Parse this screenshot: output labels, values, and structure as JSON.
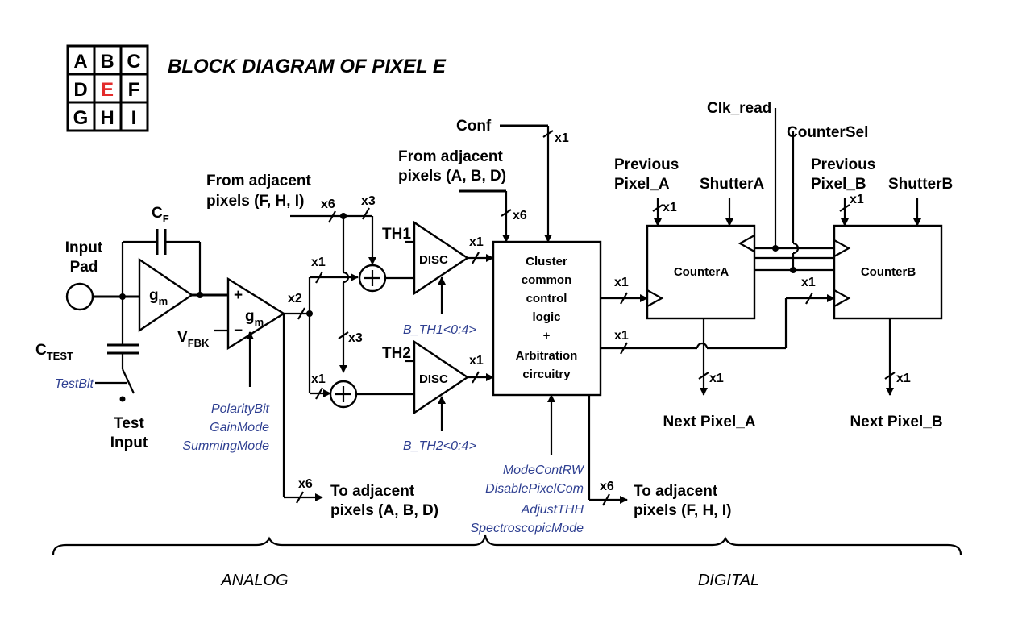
{
  "title": "BLOCK DIAGRAM OF PIXEL E",
  "pixel_grid": {
    "cells": [
      "A",
      "B",
      "C",
      "D",
      "E",
      "F",
      "G",
      "H",
      "I"
    ],
    "highlight": "E",
    "highlight_color": "#e32b2b"
  },
  "analog": {
    "input_pad": [
      "Input",
      "Pad"
    ],
    "cf_main": "C",
    "cf_sub": "F",
    "gm_main": "g",
    "gm_sub": "m",
    "vfbk_main": "V",
    "vfbk_sub": "FBK",
    "plus": "+",
    "minus": "−",
    "ctest_main": "C",
    "ctest_sub": "TEST",
    "testbit": "TestBit",
    "test_input": [
      "Test",
      "Input"
    ],
    "ctrl2": [
      "PolarityBit",
      "GainMode",
      "SummingMode"
    ],
    "from_adj_fhi": [
      "From adjacent",
      "pixels (F, H, I)"
    ],
    "to_adj_abd": [
      "To adjacent",
      "pixels (A, B, D)"
    ]
  },
  "disc": {
    "label": "DISC",
    "th1": "TH1",
    "th2": "TH2",
    "b_th1": "B_TH1<0:4>",
    "b_th2": "B_TH2<0:4>"
  },
  "logic": {
    "lines": [
      "Cluster",
      "common",
      "control",
      "logic",
      "+",
      "Arbitration",
      "circuitry"
    ],
    "conf": "Conf",
    "from_adj_abd": [
      "From adjacent",
      "pixels (A, B, D)"
    ],
    "ctrl": [
      "ModeContRW",
      "DisablePixelCom",
      "AdjustTHH",
      "SpectroscopicMode"
    ],
    "to_adj_fhi": [
      "To adjacent",
      "pixels (F, H, I)"
    ]
  },
  "counters": {
    "counter_a": "CounterA",
    "counter_b": "CounterB",
    "clk_read": "Clk_read",
    "counter_sel": "CounterSel",
    "prev_a": [
      "Previous",
      "Pixel_A"
    ],
    "prev_b": [
      "Previous",
      "Pixel_B"
    ],
    "shutter_a": "ShutterA",
    "shutter_b": "ShutterB",
    "next_a": "Next Pixel_A",
    "next_b": "Next Pixel_B"
  },
  "bus": {
    "x1": "x1",
    "x2": "x2",
    "x3": "x3",
    "x6": "x6"
  },
  "sections": {
    "analog": "ANALOG",
    "digital": "DIGITAL"
  }
}
